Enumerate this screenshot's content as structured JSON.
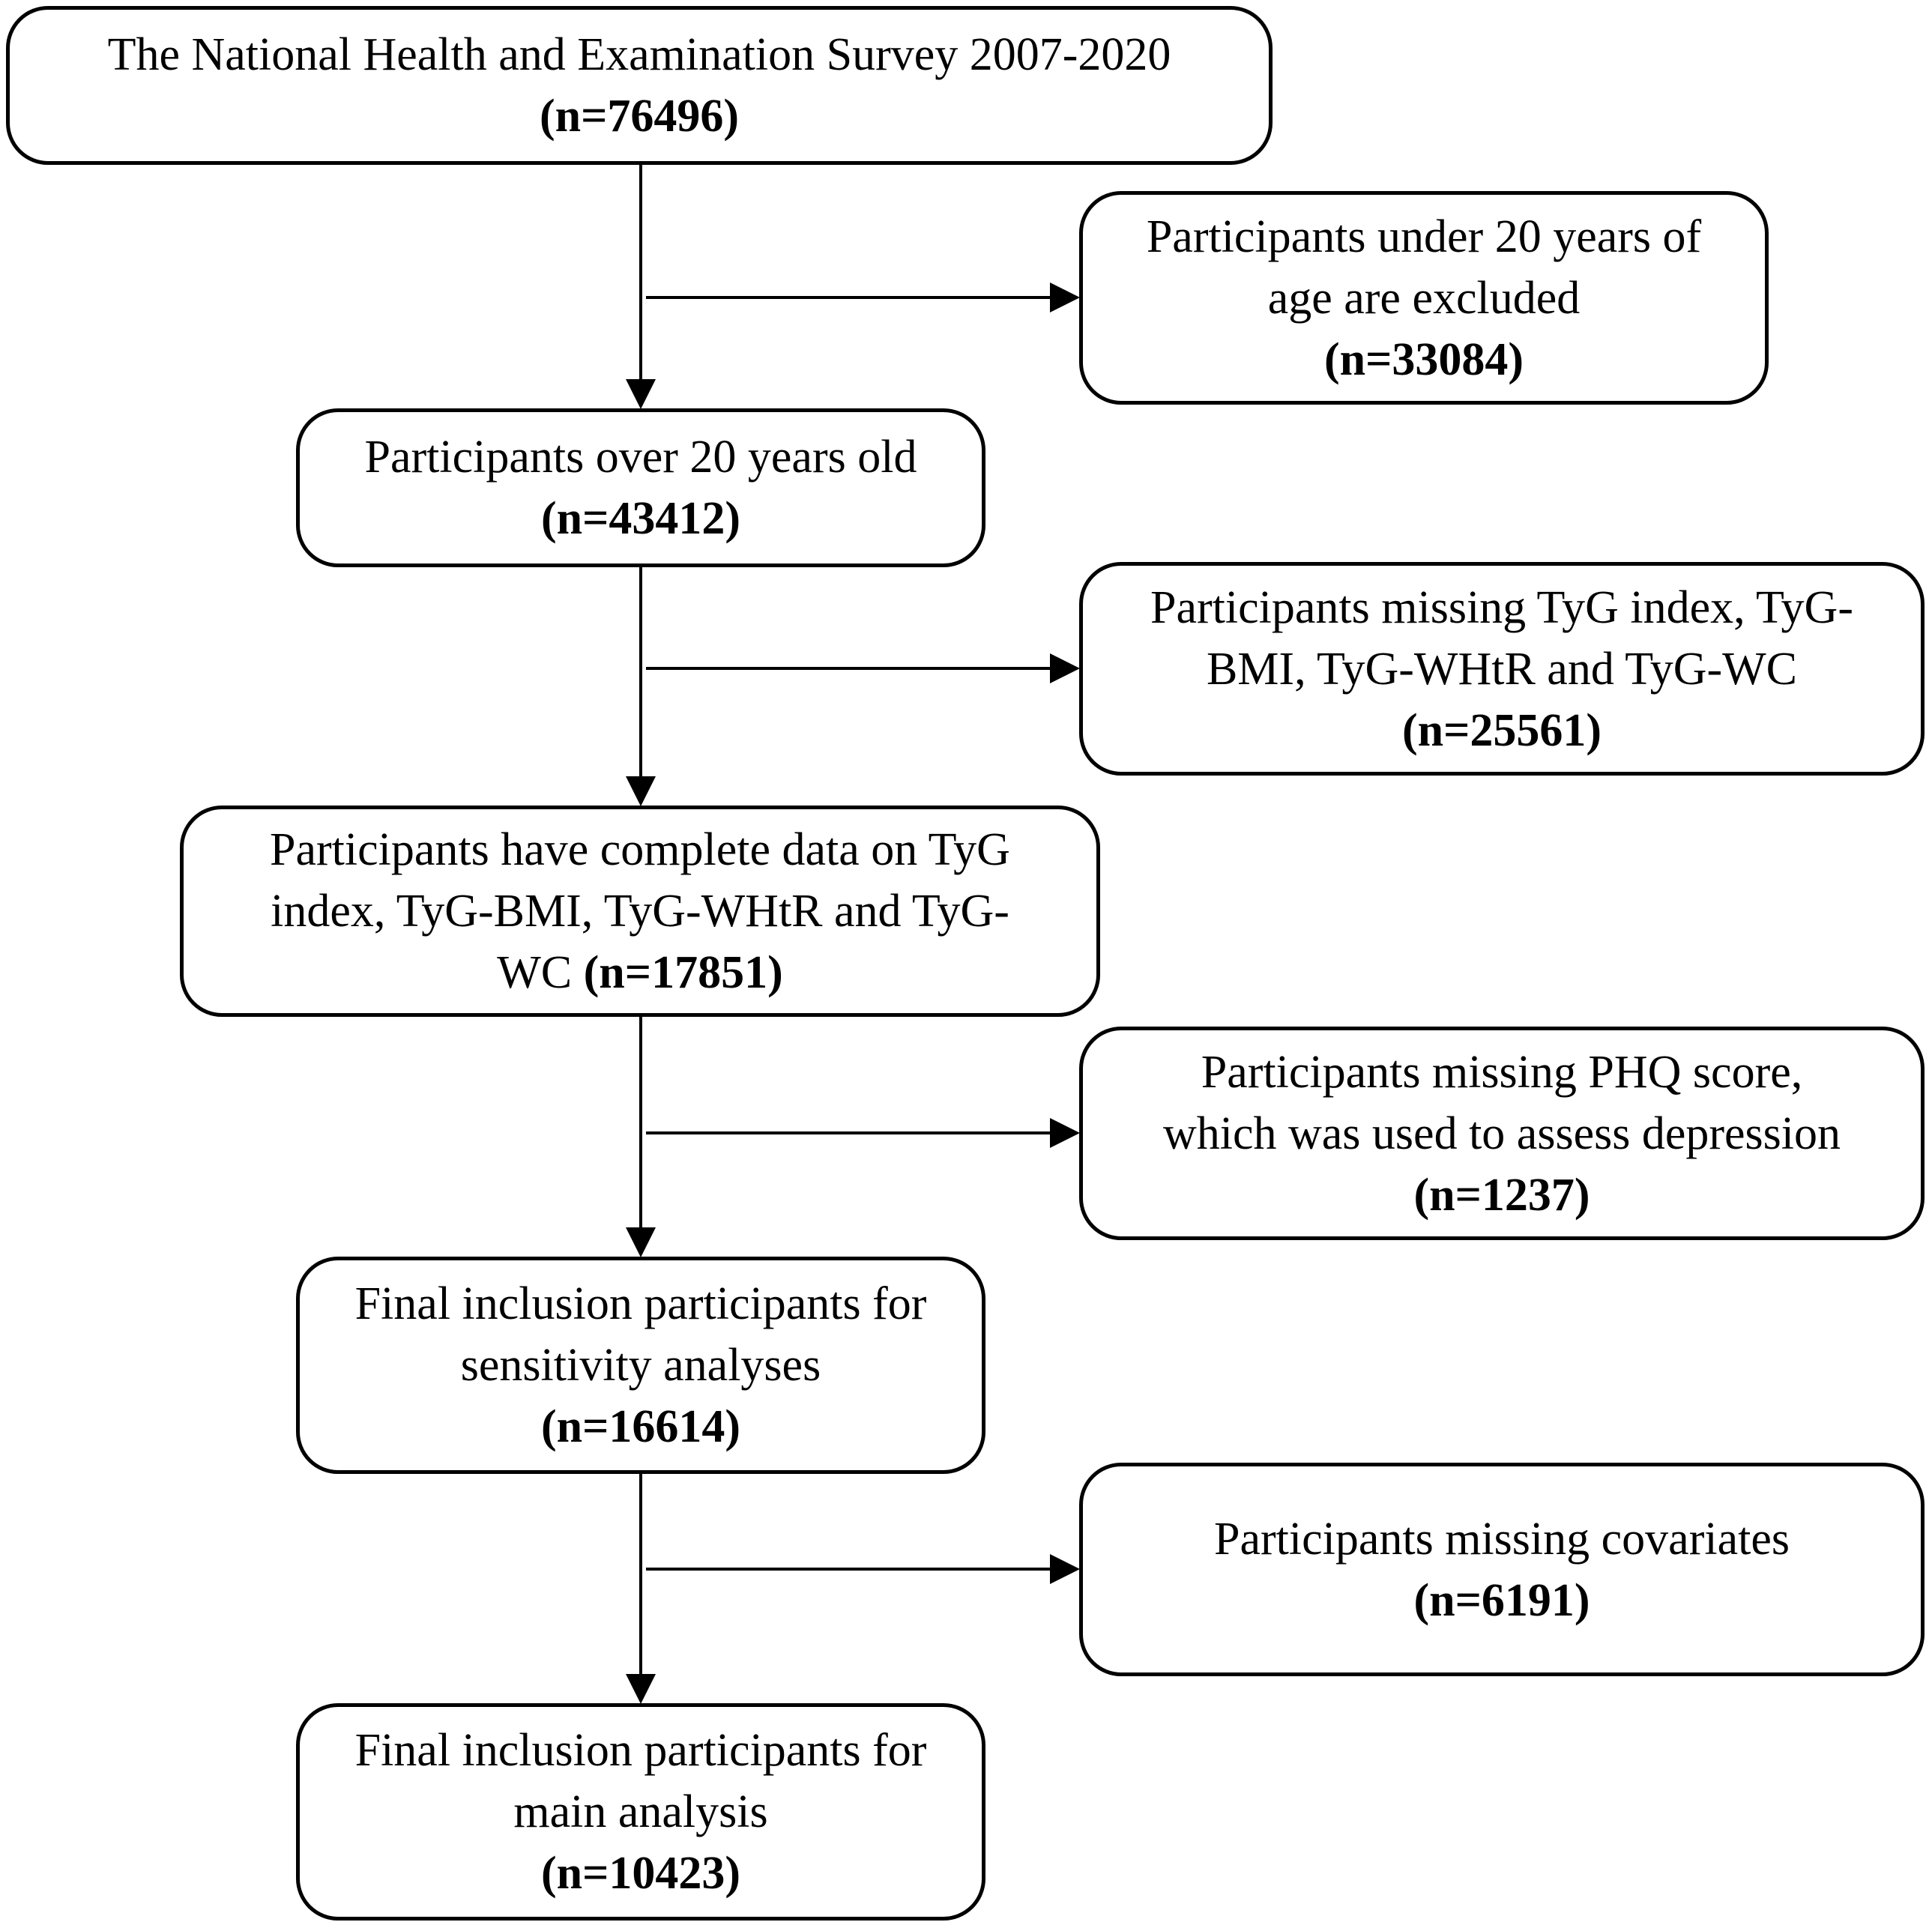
{
  "main_boxes": [
    {
      "lines": [
        "The National Health and Examination Survey 2007-2020"
      ],
      "count": "(n=76496)"
    },
    {
      "lines": [
        "Participants over 20 years old"
      ],
      "count": "(n=43412)"
    },
    {
      "lines": [
        "Participants have complete data on TyG",
        "index, TyG-BMI, TyG-WHtR and TyG-",
        "WC"
      ],
      "count": "(n=17851)"
    },
    {
      "lines": [
        "Final inclusion participants for",
        "sensitivity analyses"
      ],
      "count": "(n=16614)"
    },
    {
      "lines": [
        "Final inclusion participants for",
        "main analysis"
      ],
      "count": "(n=10423)"
    }
  ],
  "exclusion_boxes": [
    {
      "lines": [
        "Participants under 20 years of",
        "age are excluded"
      ],
      "count": "(n=33084)"
    },
    {
      "lines": [
        "Participants missing TyG index, TyG-",
        "BMI, TyG-WHtR and TyG-WC"
      ],
      "count": "(n=25561)"
    },
    {
      "lines": [
        "Participants missing PHQ score,",
        "which was used to assess depression"
      ],
      "count": "(n=1237)"
    },
    {
      "lines": [
        "Participants missing covariates"
      ],
      "count": "(n=6191)"
    }
  ]
}
